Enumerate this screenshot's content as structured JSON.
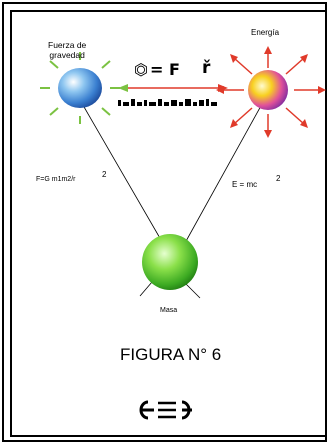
{
  "labels": {
    "gravity_label": "Fuerza de\ngravedad",
    "energy_label": "Energía",
    "mass_label": "Masa",
    "gravity_formula": "F=G m1m2/r",
    "gravity_exponent": "2",
    "energy_formula": "E = mc",
    "energy_exponent": "2",
    "figure_caption": "FIGURA N° 6",
    "center_equation": "= F"
  },
  "colors": {
    "gravity_sphere": "#4a90d9",
    "energy_sphere": "#f0c020",
    "mass_sphere": "#6ccf3a",
    "gravity_rays": "#7bc242",
    "energy_rays": "#e03a2a"
  }
}
